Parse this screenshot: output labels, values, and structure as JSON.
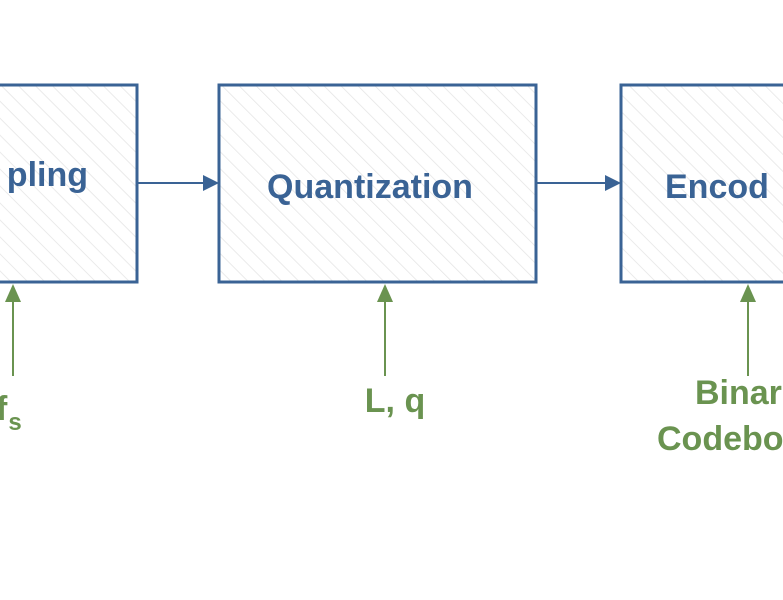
{
  "colors": {
    "box_stroke": "#3a6395",
    "box_text": "#3a6395",
    "param_color": "#6a9350",
    "hatch": "#e4e4e4"
  },
  "blocks": [
    {
      "label": "pling"
    },
    {
      "label": "Quantization"
    },
    {
      "label": "Encod"
    }
  ],
  "params": {
    "sampling": {
      "main": "f",
      "sub": "s"
    },
    "quantization": {
      "label": "L, q"
    },
    "encoding": {
      "line1": "Binar",
      "line2": "Codebo"
    }
  }
}
